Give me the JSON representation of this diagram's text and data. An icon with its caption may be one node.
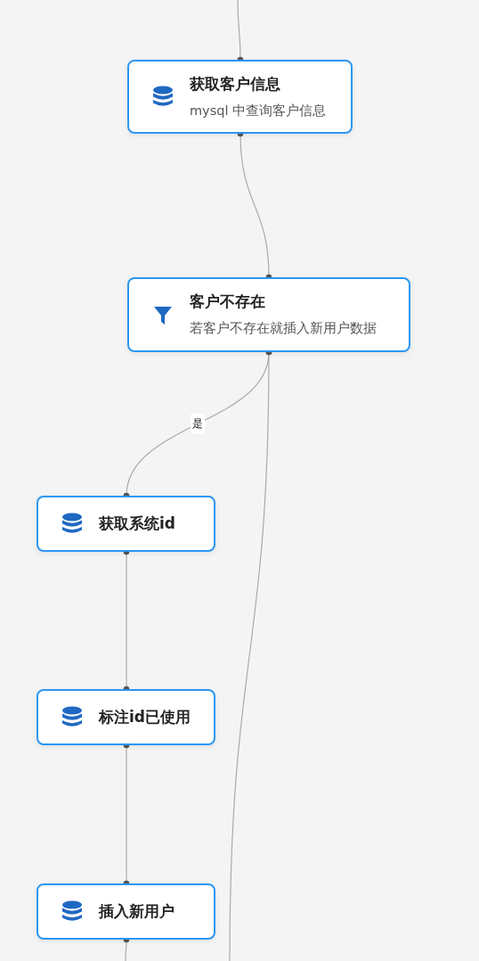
{
  "diagram": {
    "nodes": [
      {
        "text": [
          "获取客户信息",
          "mysql 中查询客户信息"
        ]
      },
      {
        "text": [
          "客户不存在",
          "若客户不存在就插入新用户数据"
        ]
      },
      {
        "text": [
          "获取系统id"
        ]
      },
      {
        "text": [
          "标注id已使用"
        ]
      },
      {
        "text": [
          "插入新用户"
        ]
      }
    ],
    "edges": [
      {
        "from": null,
        "to": 0,
        "arrow": "other"
      },
      {
        "from": 0,
        "to": 1,
        "arrow": "other"
      },
      {
        "from": 1,
        "to": 2,
        "arrow": "other",
        "label": "是"
      },
      {
        "from": 2,
        "to": 3,
        "arrow": "other"
      },
      {
        "from": 3,
        "to": 4,
        "arrow": "other"
      },
      {
        "from": 1,
        "to": null,
        "arrow": "other"
      },
      {
        "from": 4,
        "to": null,
        "arrow": "other"
      }
    ]
  }
}
